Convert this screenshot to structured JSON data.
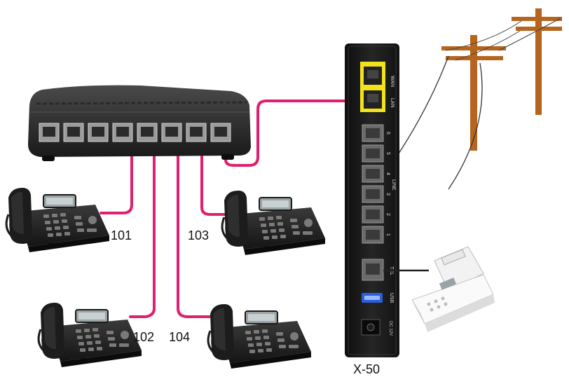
{
  "switch": {
    "port_count": 8,
    "body_color": "#1d1d1d"
  },
  "cable": {
    "color": "#e0206e"
  },
  "pbx": {
    "name": "X-50",
    "wan_label": "WAN",
    "lan_label": "LAN",
    "line_numbers": [
      "6",
      "5",
      "4",
      "3",
      "2",
      "1"
    ],
    "line_label": "LINE",
    "tel_label": "TEL",
    "usb_label": "USB",
    "power_label": "DC 12V",
    "highlight_color": "#f2e21a"
  },
  "phones": [
    {
      "extension": "101"
    },
    {
      "extension": "102"
    },
    {
      "extension": "103"
    },
    {
      "extension": "104"
    }
  ],
  "utility_pole": {
    "color": "#b5651d",
    "icon": "utility-pole-icon"
  },
  "fax": {
    "icon": "fax-machine-icon"
  }
}
